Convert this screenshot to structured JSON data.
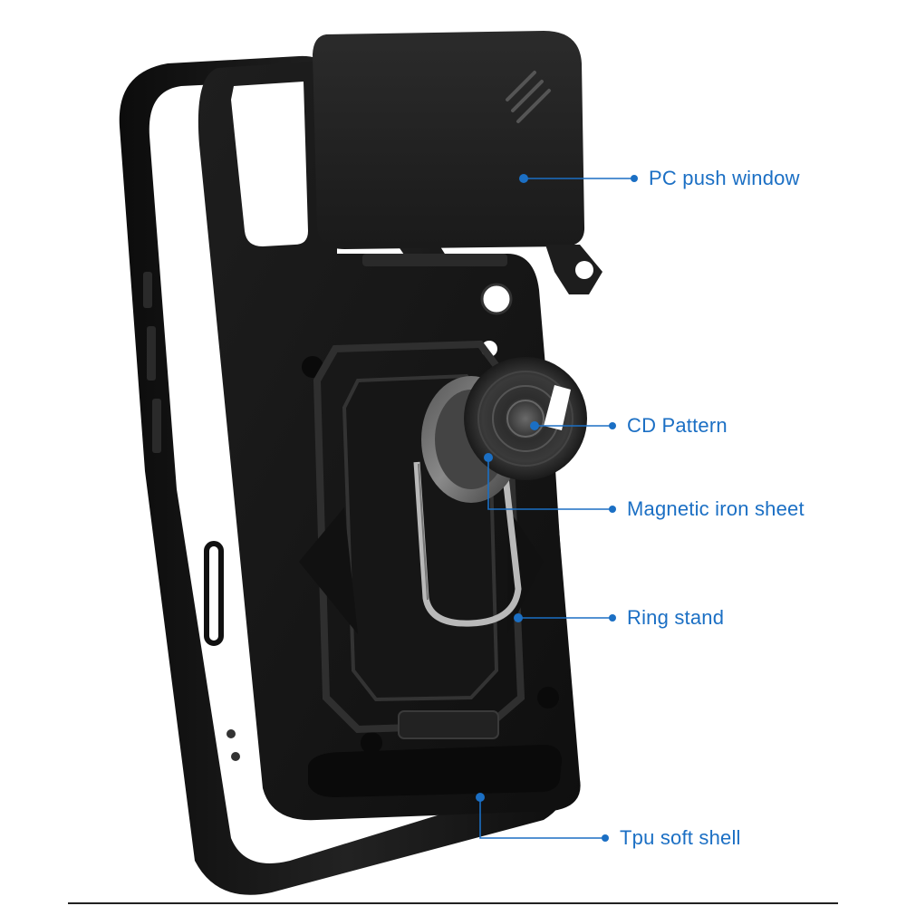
{
  "callouts": {
    "pc_push_window": "PC push window",
    "cd_pattern": "CD Pattern",
    "magnetic_iron_sheet": "Magnetic iron sheet",
    "ring_stand": "Ring stand",
    "tpu_soft_shell": "Tpu soft shell"
  },
  "colors": {
    "accent": "#1b6fc4",
    "case": "#141414",
    "background": "#ffffff"
  }
}
